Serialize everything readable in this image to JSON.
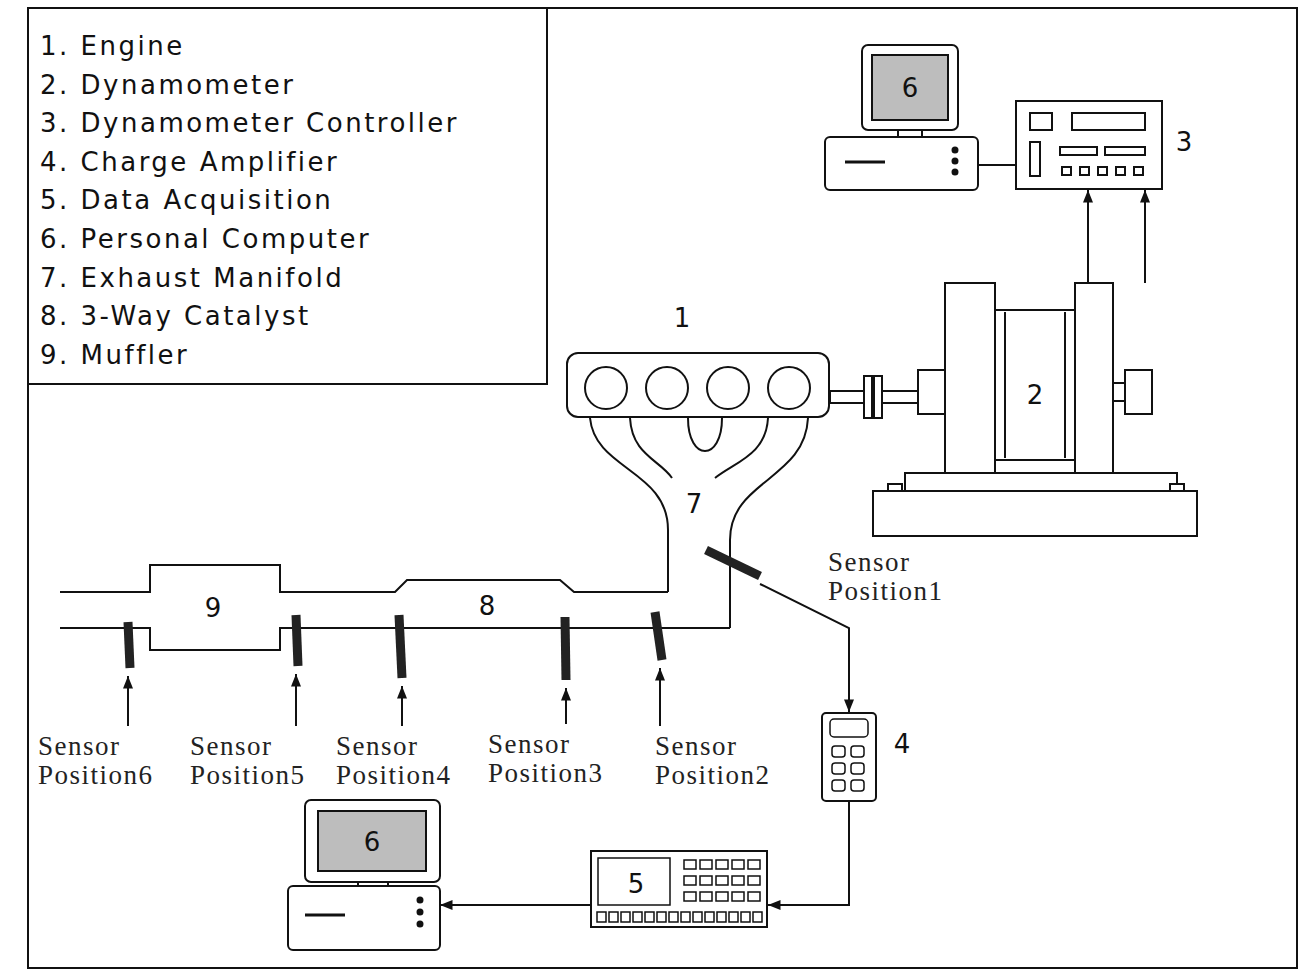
{
  "diagram": {
    "nodes": [
      {
        "text": [
          "1. Engine",
          "2. Dynamometer",
          "3. Dynamometer Controller",
          "4. Charge Amplifier",
          "5. Data Acquisition",
          "6. Personal Computer",
          "7. Exhaust Manifold",
          "8. 3-Way Catalyst",
          "9. Muffler"
        ]
      },
      {
        "text": [
          "6"
        ]
      },
      {
        "text": [
          "3"
        ]
      },
      {
        "text": [
          "1"
        ]
      },
      {
        "text": [
          "2"
        ]
      },
      {
        "text": [
          "7"
        ]
      },
      {
        "text": [
          "Sensor Position1"
        ]
      },
      {
        "text": [
          "9"
        ]
      },
      {
        "text": [
          "8"
        ]
      },
      {
        "text": [
          "Sensor Position6"
        ]
      },
      {
        "text": [
          "Sensor Position5"
        ]
      },
      {
        "text": [
          "Sensor Position4"
        ]
      },
      {
        "text": [
          "Sensor Position3"
        ]
      },
      {
        "text": [
          "Sensor Position2"
        ]
      },
      {
        "text": [
          "4"
        ]
      },
      {
        "text": [
          "6"
        ]
      },
      {
        "text": [
          "5"
        ]
      }
    ],
    "edges": [
      {
        "from": 1,
        "to": 2,
        "arrow": "none"
      },
      {
        "from": 4,
        "to": 2,
        "arrow": "to"
      },
      {
        "from": 4,
        "to": 2,
        "arrow": "to"
      },
      {
        "from": 6,
        "to": 14,
        "arrow": "to"
      },
      {
        "from": 14,
        "to": 16,
        "arrow": "to"
      },
      {
        "from": 16,
        "to": 15,
        "arrow": "to"
      }
    ]
  }
}
